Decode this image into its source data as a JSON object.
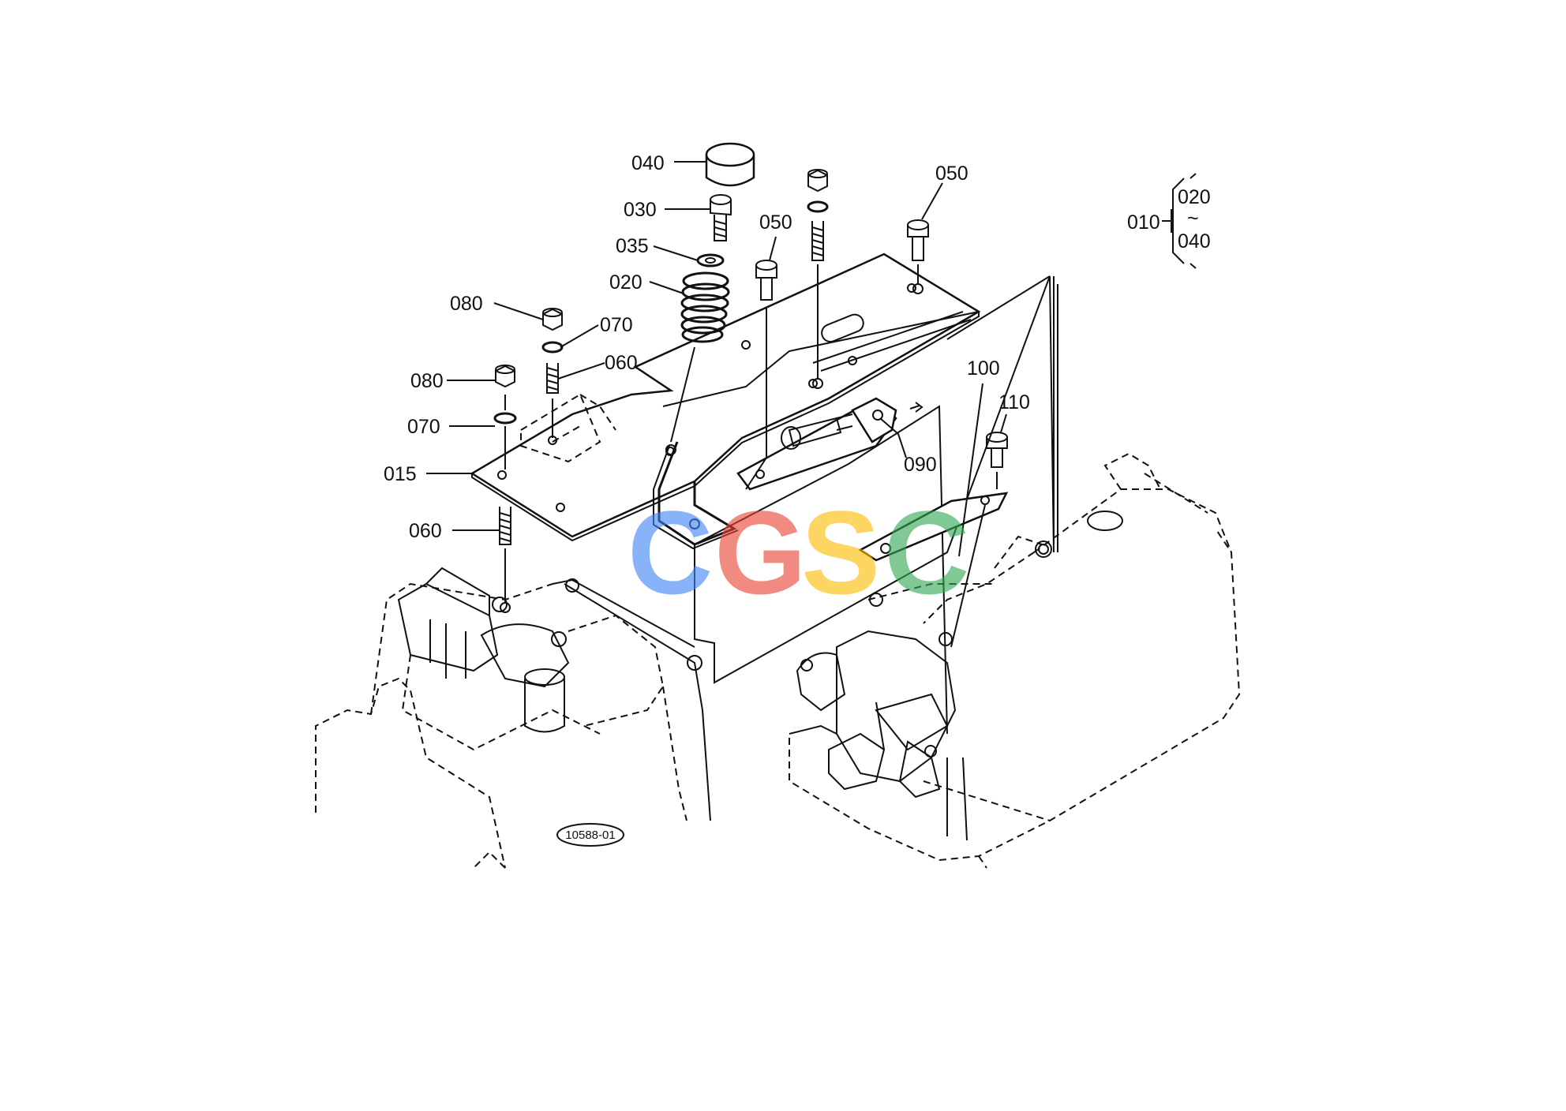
{
  "diagram": {
    "part_labels": {
      "p040_top": "040",
      "p030": "030",
      "p035": "035",
      "p020": "020",
      "p080_a": "080",
      "p070_a": "070",
      "p060_a": "060",
      "p080_b": "080",
      "p070_b": "070",
      "p015": "015",
      "p060_b": "060",
      "p050_a": "050",
      "p050_b": "050",
      "p090": "090",
      "p100": "100",
      "p110": "110"
    },
    "assembly_ref": {
      "parent": "010",
      "from": "020",
      "range_mark": "~",
      "to": "040"
    },
    "drawing_code": "10588-01",
    "watermark": {
      "letters": [
        "C",
        "G",
        "S",
        "C"
      ],
      "colors": [
        "#4285F4",
        "#EA4335",
        "#FBBC05",
        "#34A853"
      ]
    }
  }
}
